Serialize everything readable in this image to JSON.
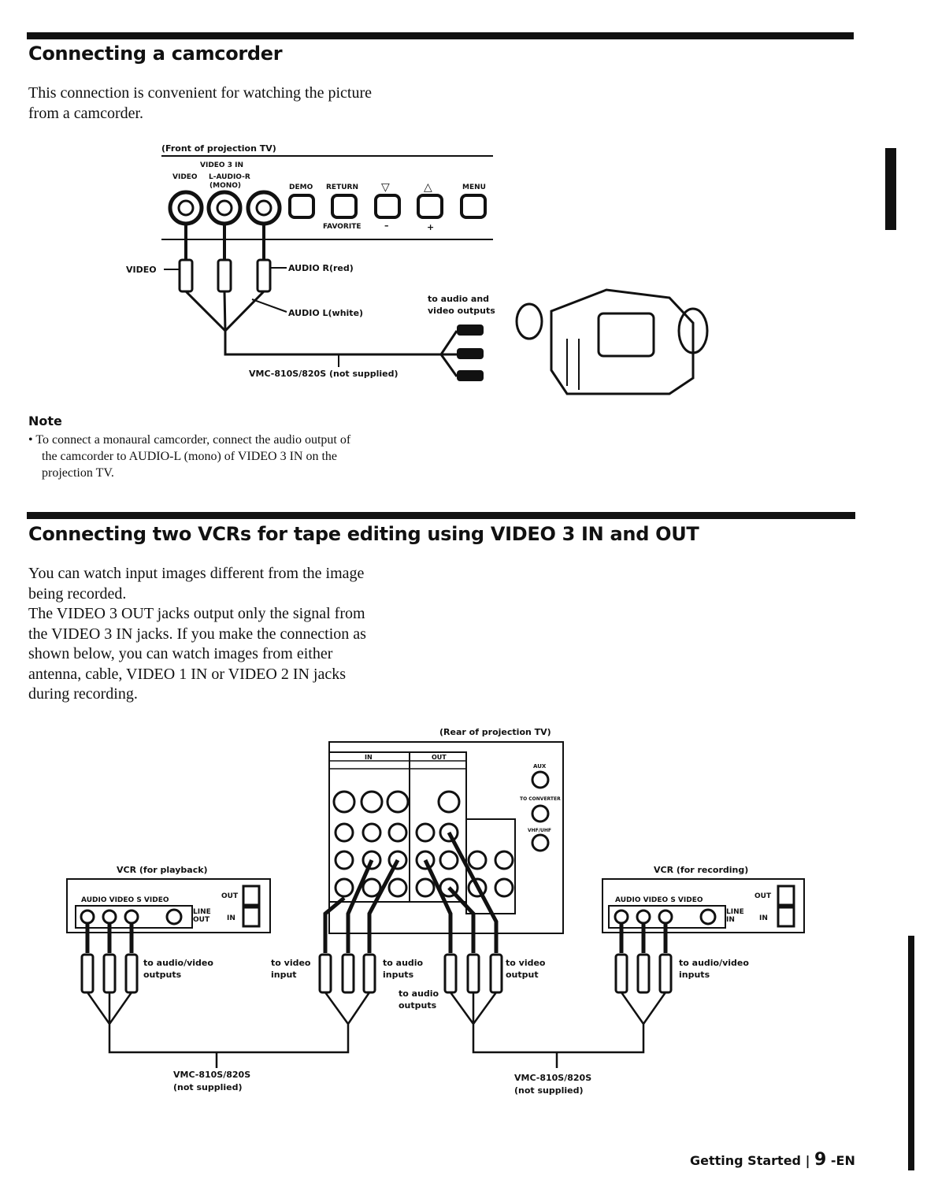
{
  "section1": {
    "heading": "Connecting a camcorder",
    "paragraph": [
      "This connection is convenient for watching the picture",
      "from a camcorder."
    ],
    "diagram": {
      "caption": "(Front of projection TV)",
      "video3in": "VIDEO 3 IN",
      "jack_video": "VIDEO",
      "jack_audio": "L-AUDIO-R",
      "jack_mono": "(MONO)",
      "btn_demo": "DEMO",
      "btn_return": "RETURN",
      "btn_down": "▽",
      "btn_up": "△",
      "btn_menu": "MENU",
      "favorite": "FAVORITE",
      "minus": "–",
      "plus": "+",
      "plug_video": "VIDEO",
      "plug_audio_r": "AUDIO R(red)",
      "plug_audio_l": "AUDIO L(white)",
      "to_outputs_1": "to audio and",
      "to_outputs_2": "video outputs",
      "cable": "VMC-810S/820S (not supplied)"
    },
    "note_title": "Note",
    "note_lines": [
      "• To connect a monaural camcorder, connect the audio output of",
      "the camcorder to AUDIO-L (mono) of VIDEO 3 IN on the",
      "projection TV."
    ]
  },
  "section2": {
    "heading": "Connecting two VCRs for tape editing using VIDEO 3 IN and OUT",
    "paragraph": [
      "You can watch input images different from the image",
      "being recorded.",
      "The VIDEO 3 OUT jacks output only the signal from",
      "the VIDEO 3 IN jacks.  If you make the connection as",
      "shown below, you can watch images from either",
      "antenna, cable, VIDEO 1 IN or VIDEO 2 IN jacks",
      "during recording."
    ],
    "diagram": {
      "caption": "(Rear of projection TV)",
      "in": "IN",
      "out": "OUT",
      "aux": "AUX",
      "to_converter": "TO CONVERTER",
      "vhf_uhf": "VHF/UHF",
      "vcr_play": "VCR (for playback)",
      "vcr_rec": "VCR (for recording)",
      "vcr_jacks": "AUDIO  VIDEO  S VIDEO",
      "line_out_1": "LINE",
      "line_out_2": "OUT",
      "line_in_1": "LINE",
      "line_in_2": "IN",
      "out_lbl": "OUT",
      "in_lbl": "IN",
      "to_av_out_1": "to audio/video",
      "to_av_out_2": "outputs",
      "to_video_in_1": "to video",
      "to_video_in_2": "input",
      "to_audio_in_1": "to audio",
      "to_audio_in_2": "inputs",
      "to_audio_out_1": "to audio",
      "to_audio_out_2": "outputs",
      "to_video_out_1": "to video",
      "to_video_out_2": "output",
      "to_av_in_1": "to audio/video",
      "to_av_in_2": "inputs",
      "cable_1": "VMC-810S/820S",
      "cable_2": "(not supplied)"
    }
  },
  "footer": {
    "section": "Getting Started",
    "page": "9",
    "suffix": "-EN"
  }
}
